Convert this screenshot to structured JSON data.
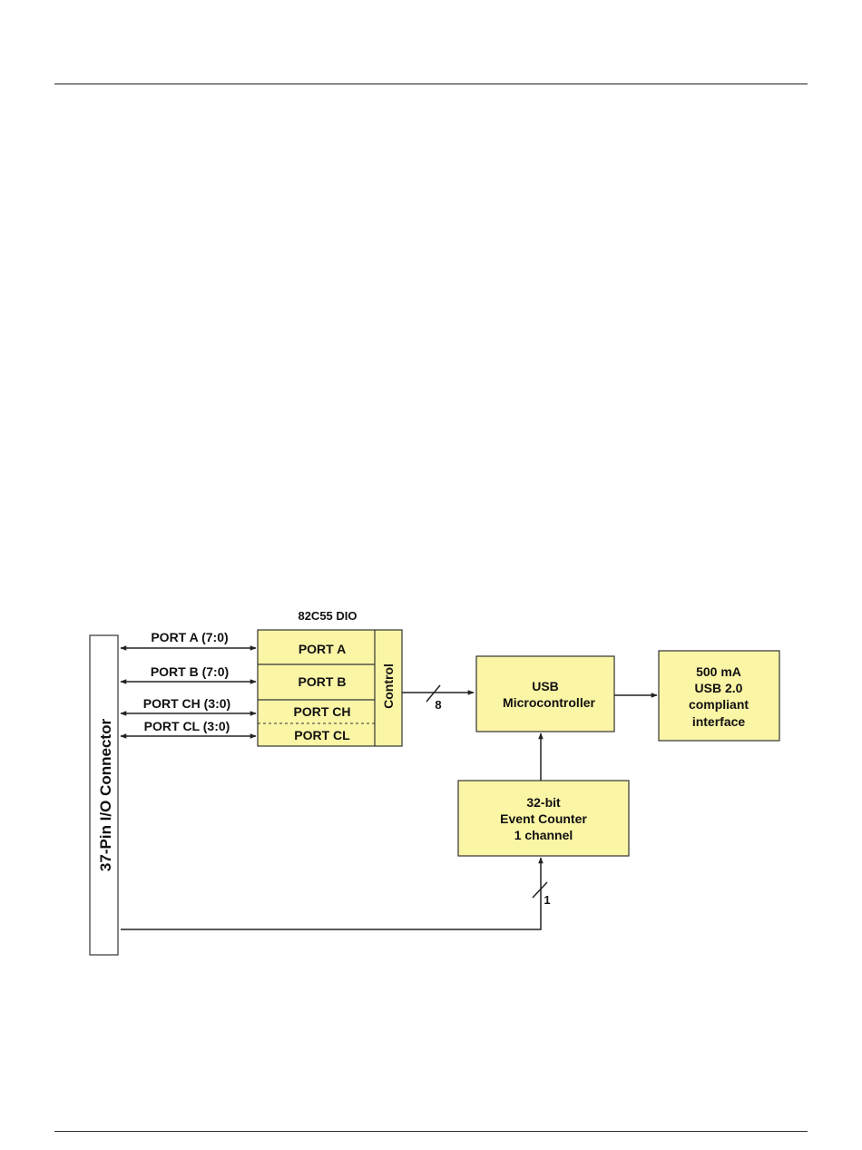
{
  "diagram": {
    "dio_title": "82C55 DIO",
    "connector_label": "37-Pin I/O Connector",
    "control_label": "Control",
    "ports": [
      {
        "line_label": "PORT A (7:0)",
        "box_label": "PORT A"
      },
      {
        "line_label": "PORT B (7:0)",
        "box_label": "PORT B"
      },
      {
        "line_label": "PORT CH (3:0)",
        "box_label": "PORT CH"
      },
      {
        "line_label": "PORT CL (3:0)",
        "box_label": "PORT CL"
      }
    ],
    "bus_width_control": "8",
    "bus_width_counter": "1",
    "usb_mcu": {
      "line1": "USB",
      "line2": "Microcontroller"
    },
    "usb_interface": {
      "line1": "500 mA",
      "line2": "USB 2.0",
      "line3": "compliant",
      "line4": "interface"
    },
    "event_counter": {
      "line1": "32-bit",
      "line2": "Event Counter",
      "line3": "1 channel"
    }
  },
  "colors": {
    "block_fill": "#fbf5a6",
    "stroke": "#333333"
  }
}
